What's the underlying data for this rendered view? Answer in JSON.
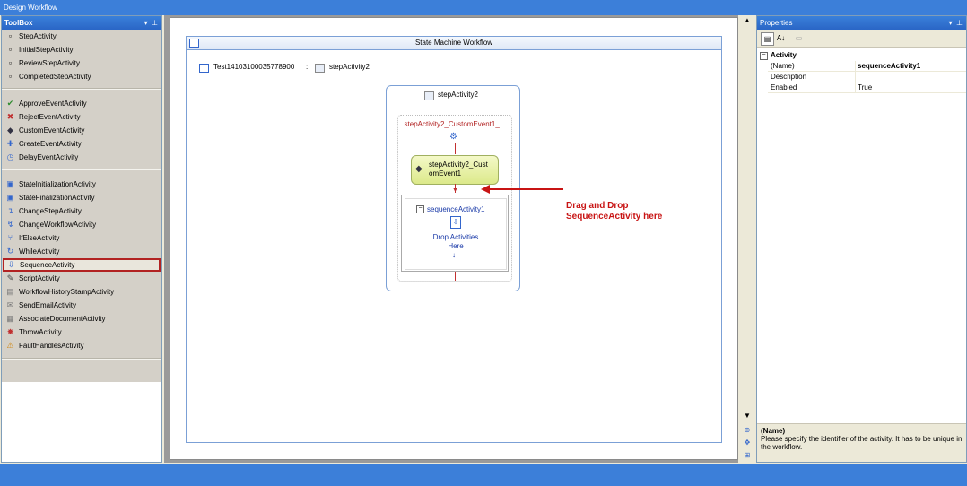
{
  "window": {
    "title": "Design Workflow"
  },
  "toolbox": {
    "title": "ToolBox",
    "items": [
      {
        "label": "StepActivity",
        "icon": "step-icon"
      },
      {
        "label": "InitialStepActivity",
        "icon": "step-icon"
      },
      {
        "label": "ReviewStepActivity",
        "icon": "step-icon"
      },
      {
        "label": "CompletedStepActivity",
        "icon": "step-icon"
      },
      {
        "label": "ApproveEventActivity",
        "icon": "approve-icon"
      },
      {
        "label": "RejectEventActivity",
        "icon": "reject-icon"
      },
      {
        "label": "CustomEventActivity",
        "icon": "custom-event-icon"
      },
      {
        "label": "CreateEventActivity",
        "icon": "create-event-icon"
      },
      {
        "label": "DelayEventActivity",
        "icon": "delay-icon"
      },
      {
        "label": "StateInitializationActivity",
        "icon": "state-init-icon"
      },
      {
        "label": "StateFinalizationActivity",
        "icon": "state-final-icon"
      },
      {
        "label": "ChangeStepActivity",
        "icon": "change-step-icon"
      },
      {
        "label": "ChangeWorkflowActivity",
        "icon": "change-workflow-icon"
      },
      {
        "label": "IfElseActivity",
        "icon": "ifelse-icon"
      },
      {
        "label": "WhileActivity",
        "icon": "while-icon"
      },
      {
        "label": "SequenceActivity",
        "icon": "sequence-icon",
        "selected": true
      },
      {
        "label": "ScriptActivity",
        "icon": "script-icon"
      },
      {
        "label": "WorkflowHistoryStampActivity",
        "icon": "history-icon"
      },
      {
        "label": "SendEmailActivity",
        "icon": "email-icon"
      },
      {
        "label": "AssociateDocumentActivity",
        "icon": "document-icon"
      },
      {
        "label": "ThrowActivity",
        "icon": "throw-icon"
      },
      {
        "label": "FaultHandlesActivity",
        "icon": "fault-icon"
      }
    ]
  },
  "designer": {
    "workflow_title": "State Machine Workflow",
    "breadcrumb_root": "Test14103100035778900",
    "breadcrumb_sep": ":",
    "breadcrumb_step": "stepActivity2",
    "step_title": "stepActivity2",
    "event_title": "stepActivity2_CustomEvent1_...",
    "custom_event_label": "stepActivity2_Cust omEvent1",
    "sequence_title": "sequenceActivity1",
    "drop_hint": "Drop Activities Here",
    "annotation_line1": "Drag and Drop",
    "annotation_line2": "SequenceActivity here",
    "annotation_color": "#c81414"
  },
  "properties": {
    "title": "Properties",
    "category": "Activity",
    "rows": [
      {
        "name": "(Name)",
        "value": "sequenceActivity1"
      },
      {
        "name": "Description",
        "value": ""
      },
      {
        "name": "Enabled",
        "value": "True"
      }
    ],
    "desc_title": "(Name)",
    "desc_text": "Please specify the identifier of the activity. It has to be unique in the workflow."
  }
}
